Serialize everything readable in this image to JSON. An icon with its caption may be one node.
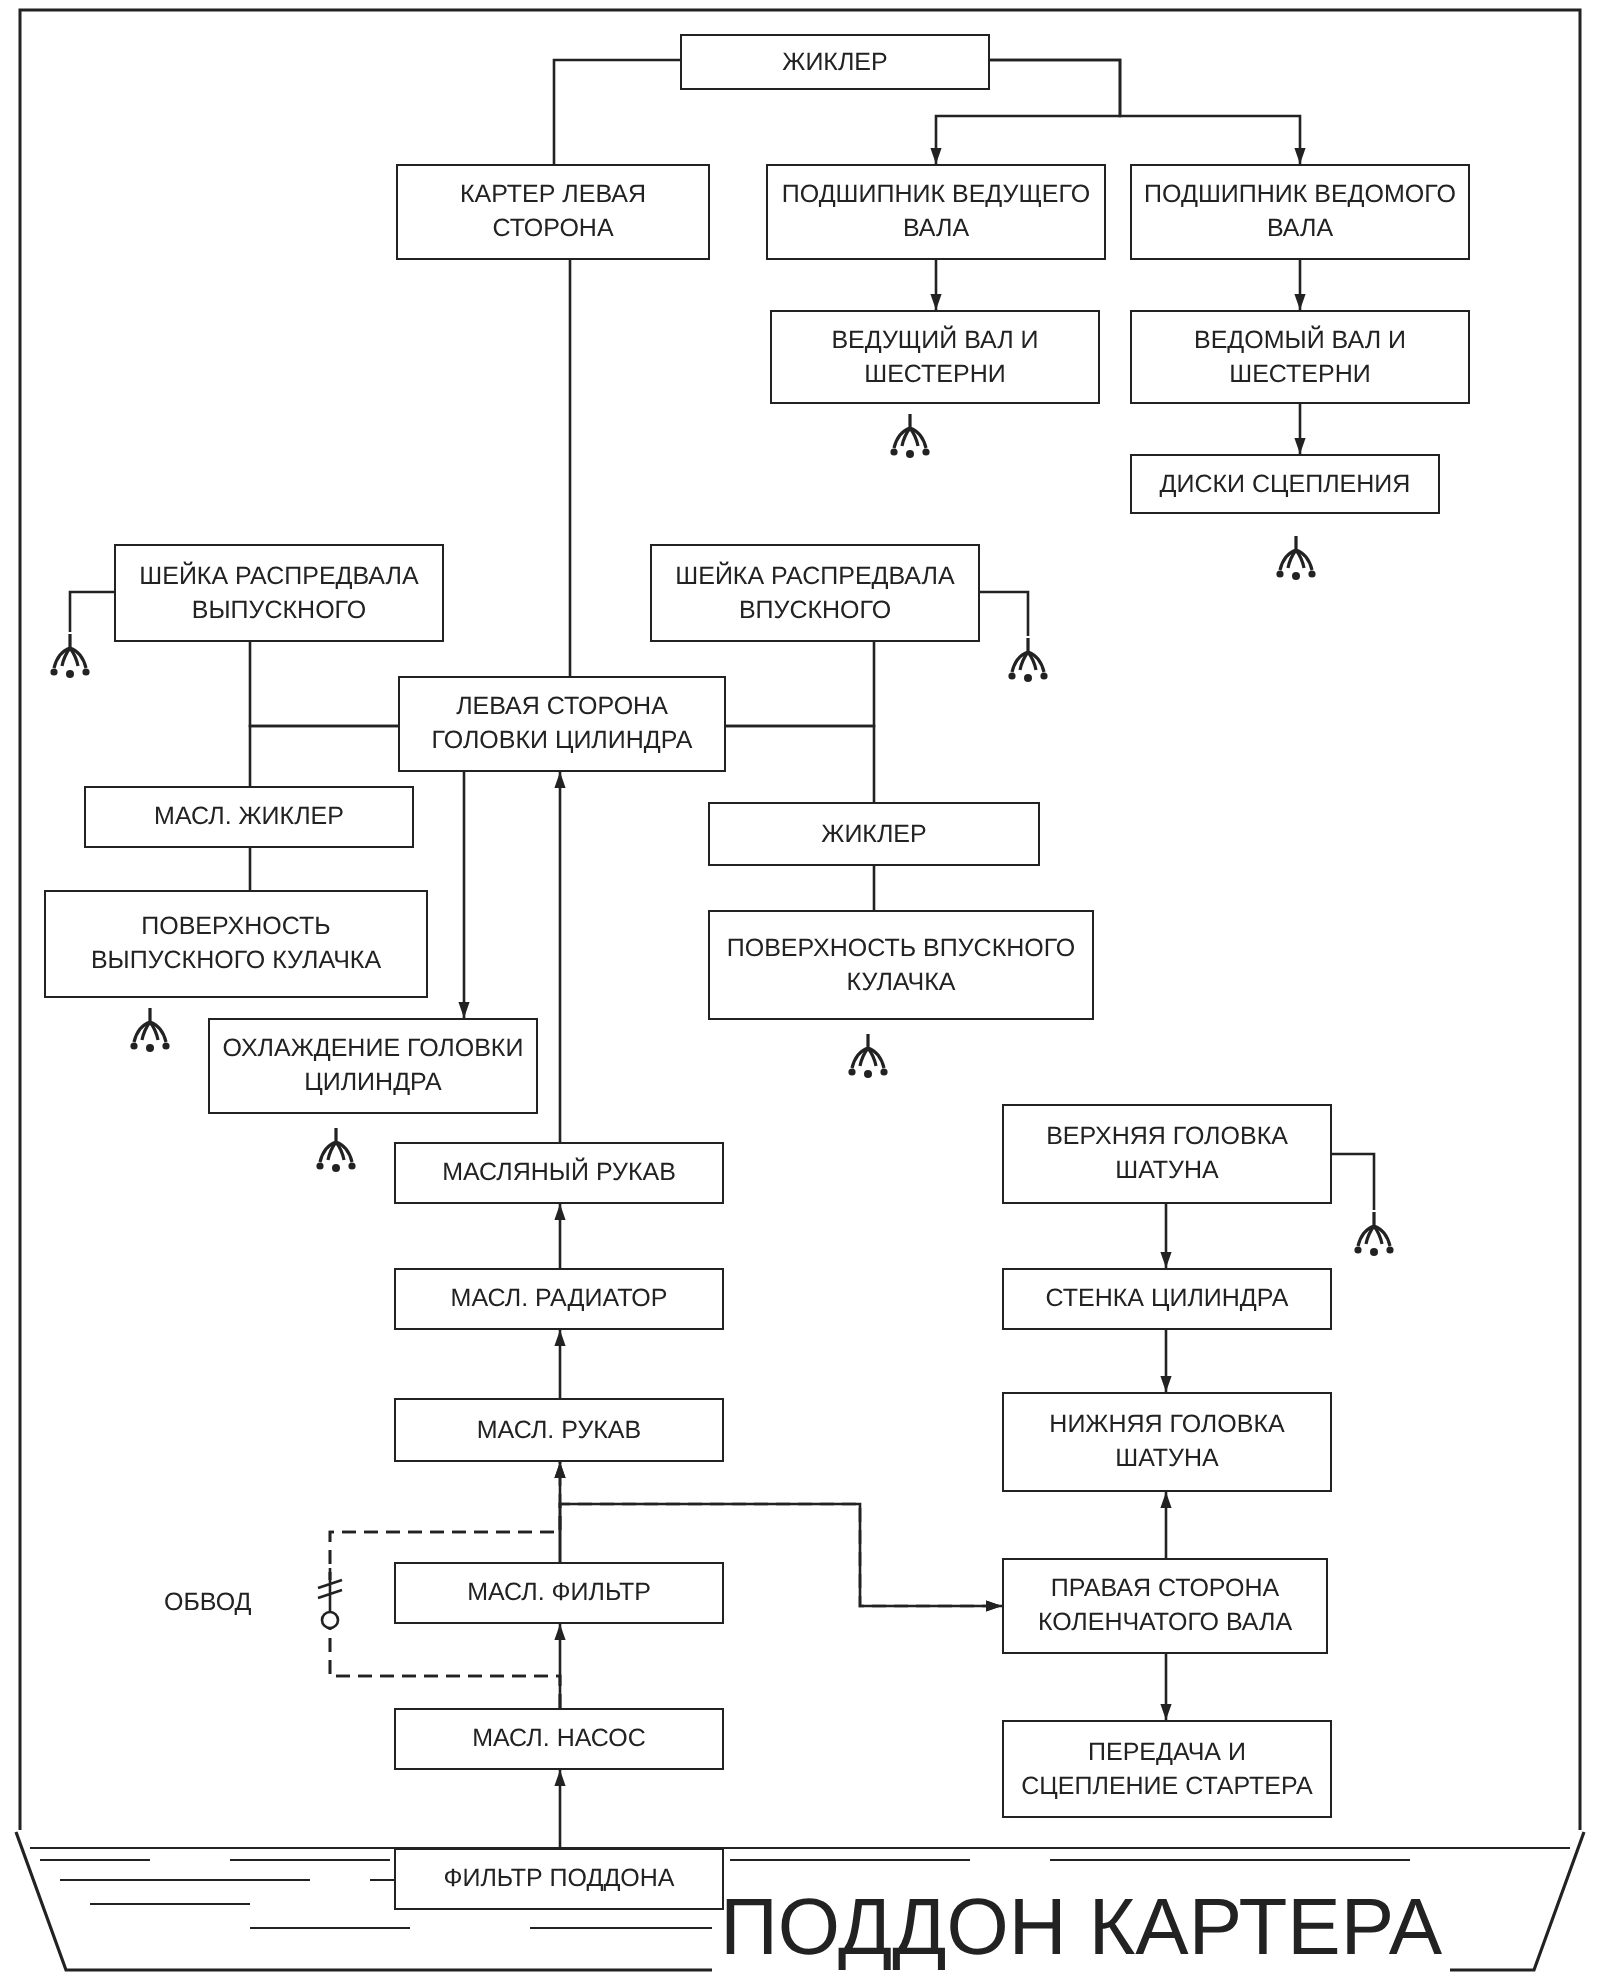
{
  "diagram": {
    "nodes": [
      {
        "text": [
          "ЖИКЛЕР"
        ]
      },
      {
        "text": [
          "КАРТЕР ЛЕВАЯ СТОРОНА"
        ]
      },
      {
        "text": [
          "ПОДШИПНИК ВЕДУЩЕГО ВАЛА"
        ]
      },
      {
        "text": [
          "ПОДШИПНИК ВЕДОМОГО ВАЛА"
        ]
      },
      {
        "text": [
          "ВЕДУЩИЙ ВАЛ И ШЕСТЕРНИ"
        ]
      },
      {
        "text": [
          "ВЕДОМЫЙ ВАЛ И ШЕСТЕРНИ"
        ]
      },
      {
        "text": [
          "ДИСКИ СЦЕПЛЕНИЯ"
        ]
      },
      {
        "text": [
          "ШЕЙКА РАСПРЕДВАЛА ВЫПУСКНОГО"
        ]
      },
      {
        "text": [],
        "shape": "splash"
      },
      {
        "text": [
          "ШЕЙКА РАСПРЕДВАЛА ВПУСКНОГО"
        ]
      },
      {
        "text": [],
        "shape": "splash"
      },
      {
        "text": [
          "ЛЕВАЯ СТОРОНА ГОЛОВКИ ЦИЛИНДРА"
        ]
      },
      {
        "text": [
          "МАСЛ. ЖИКЛЕР"
        ]
      },
      {
        "text": [
          "ЖИКЛЕР"
        ]
      },
      {
        "text": [
          "ПОВЕРХНОСТЬ ВЫПУСКНОГО КУЛАЧКА"
        ]
      },
      {
        "text": [
          "ПОВЕРХНОСТЬ ВПУСКНОГО КУЛАЧКА"
        ]
      },
      {
        "text": [
          "ОХЛАЖДЕНИЕ ГОЛОВКИ ЦИЛИНДРА"
        ]
      },
      {
        "text": [
          "ВЕРХНЯЯ ГОЛОВКА ШАТУНА"
        ]
      },
      {
        "text": [],
        "shape": "splash"
      },
      {
        "text": [
          "МАСЛЯНЫЙ РУКАВ"
        ]
      },
      {
        "text": [
          "СТЕНКА ЦИЛИНДРА"
        ]
      },
      {
        "text": [
          "МАСЛ. РАДИАТОР"
        ]
      },
      {
        "text": [
          "НИЖНЯЯ ГОЛОВКА ШАТУНА"
        ]
      },
      {
        "text": [
          "МАСЛ. РУКАВ"
        ]
      },
      {
        "text": [
          "ПРАВАЯ СТОРОНА КОЛЕНЧАТОГО ВАЛА"
        ]
      },
      {
        "text": [
          "МАСЛ. ФИЛЬТР"
        ]
      },
      {
        "text": [
          "ПЕРЕДАЧА И СЦЕПЛЕНИЕ СТАРТЕРА"
        ]
      },
      {
        "text": [
          "МАСЛ. НАСОС"
        ]
      },
      {
        "text": [
          "ПОДДОН КАРТЕРА"
        ]
      },
      {
        "text": [
          "ФИЛЬТР ПОДДОНА"
        ],
        "in": 28
      }
    ],
    "edges": [
      {
        "from": 0,
        "to": 1,
        "arrow": "none"
      },
      {
        "from": 0,
        "to": 2,
        "arrow": "to"
      },
      {
        "from": 0,
        "to": 3,
        "arrow": "to"
      },
      {
        "from": 2,
        "to": 4,
        "arrow": "to"
      },
      {
        "from": 3,
        "to": 5,
        "arrow": "to"
      },
      {
        "from": 5,
        "to": 6,
        "arrow": "to"
      },
      {
        "from": 7,
        "to": 8,
        "arrow": "none"
      },
      {
        "from": 9,
        "to": 10,
        "arrow": "none"
      },
      {
        "from": 1,
        "to": 11,
        "arrow": "none"
      },
      {
        "from": 11,
        "to": 7,
        "arrow": "none"
      },
      {
        "from": 11,
        "to": 12,
        "arrow": "none"
      },
      {
        "from": 11,
        "to": 9,
        "arrow": "none"
      },
      {
        "from": 11,
        "to": 13,
        "arrow": "none"
      },
      {
        "from": 12,
        "to": 14,
        "arrow": "none"
      },
      {
        "from": 13,
        "to": 15,
        "arrow": "none"
      },
      {
        "from": 11,
        "to": 16,
        "arrow": "to"
      },
      {
        "from": 19,
        "to": 11,
        "arrow": "to"
      },
      {
        "from": 17,
        "to": 18,
        "arrow": "none"
      },
      {
        "from": 17,
        "to": 20,
        "arrow": "to"
      },
      {
        "from": 20,
        "to": 22,
        "arrow": "to"
      },
      {
        "from": 21,
        "to": 19,
        "arrow": "to"
      },
      {
        "from": 23,
        "to": 21,
        "arrow": "to"
      },
      {
        "from": 25,
        "to": 23,
        "arrow": "to"
      },
      {
        "from": 25,
        "to": 24,
        "arrow": "to"
      },
      {
        "from": 27,
        "to": 25,
        "arrow": "to"
      },
      {
        "from": 27,
        "to": 23,
        "arrow": "to",
        "style": "dashed"
      },
      {
        "from": 27,
        "to": 24,
        "arrow": "to",
        "style": "dashed"
      },
      {
        "from": 24,
        "to": 22,
        "arrow": "to"
      },
      {
        "from": 24,
        "to": 26,
        "arrow": "to"
      },
      {
        "from": 29,
        "to": 27,
        "arrow": "to"
      }
    ],
    "labels": [
      "ОБВОД"
    ]
  }
}
